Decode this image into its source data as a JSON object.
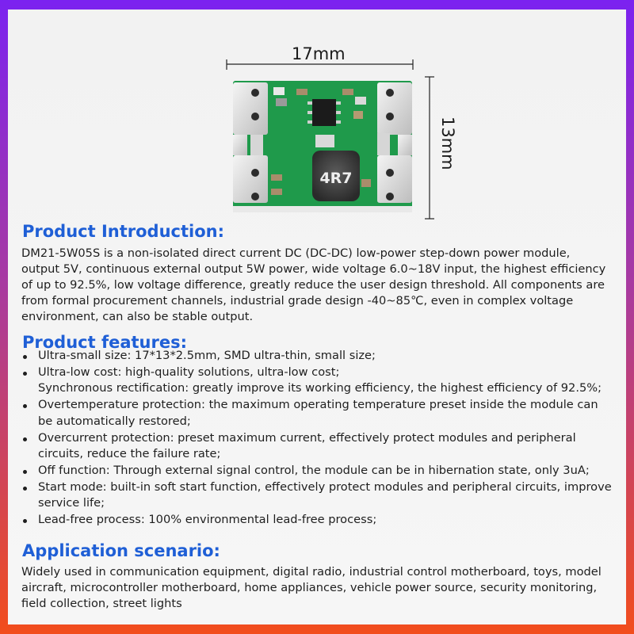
{
  "dimensions": {
    "width_label": "17mm",
    "height_label": "13mm"
  },
  "product_image": {
    "inductor_marking": "4R7",
    "board_color": "#1f9a4b"
  },
  "intro": {
    "title": "Product Introduction:",
    "text": "DM21-5W05S is a non-isolated direct current DC (DC-DC) low-power step-down power module, output 5V, continuous external output 5W power, wide voltage 6.0~18V input, the highest efficiency of up to 92.5%, low voltage difference, greatly reduce the user design threshold. All components are from formal procurement channels, industrial grade design -40~85℃, even in complex voltage environment, can also be stable output."
  },
  "features": {
    "title": "Product features:",
    "items": [
      "Ultra-small size: 17*13*2.5mm, SMD ultra-thin, small size;",
      "Ultra-low cost: high-quality solutions, ultra-low cost;",
      "Synchronous rectification: greatly improve its working efficiency, the highest efficiency of 92.5%;",
      "Overtemperature protection: the maximum operating temperature preset inside the module can be automatically restored;",
      "Overcurrent protection: preset maximum current, effectively protect modules and peripheral circuits, reduce the failure rate;",
      "Off function: Through external signal control, the module can be in hibernation state, only 3uA;",
      "Start mode: built-in soft start function, effectively protect modules and peripheral circuits, improve service life;",
      "Lead-free process: 100% environmental lead-free process;"
    ]
  },
  "application": {
    "title": "Application scenario:",
    "text": "Widely used in communication equipment, digital radio, industrial control motherboard, toys, model aircraft, microcontroller motherboard, home appliances, vehicle power source, security monitoring, field collection, street lights"
  },
  "colors": {
    "heading": "#1f5fd6",
    "frame_top": "#7b22f0",
    "frame_bottom": "#f24d1c"
  }
}
